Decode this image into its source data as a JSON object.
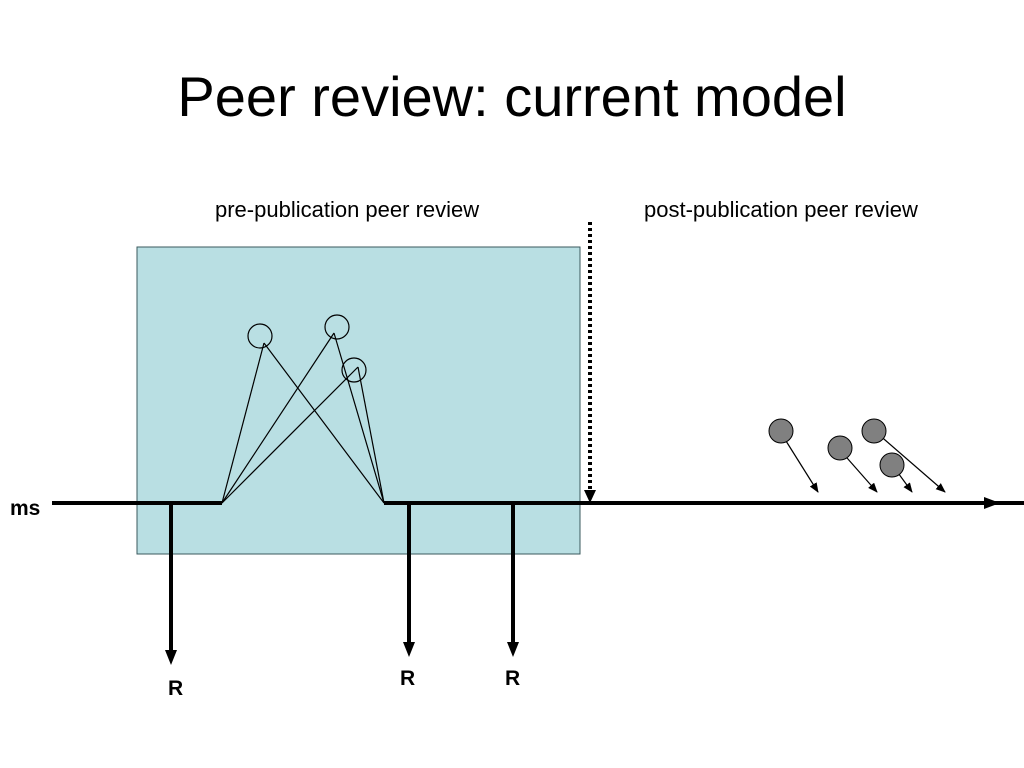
{
  "slide": {
    "title": "Peer review: current model"
  },
  "phases": {
    "pre_label": "pre-publication peer review",
    "post_label": "post-publication peer review"
  },
  "timeline": {
    "start_label": "ms"
  },
  "reviews": {
    "label_1": "R",
    "label_2": "R",
    "label_3": "R"
  },
  "colors": {
    "pre_publication_box": "#b9dfe3",
    "reviewer_post_fill": "#808080",
    "stroke": "#000000"
  }
}
